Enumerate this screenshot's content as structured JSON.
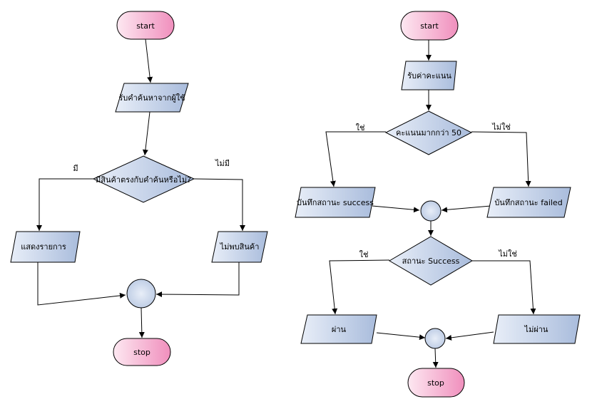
{
  "colors": {
    "terminal_light": "#fde8f1",
    "terminal_dark": "#f08fbd",
    "process_light": "#e8eef8",
    "process_dark": "#a9bcdc",
    "stroke": "#000000"
  },
  "left_flow": {
    "start": "start",
    "input": "รับคำค้นหาจากผู้ใช้",
    "decision": "มีสินค้าตรงกับคำค้นหรือไม่?",
    "yes_label": "มี",
    "no_label": "ไม่มี",
    "yes_output": "แสดงรายการ",
    "no_output": "ไม่พบสินค้า",
    "stop": "stop"
  },
  "right_flow": {
    "start": "start",
    "input": "รับค่าคะแนน",
    "decision1": "คะแนนมากกว่า 50",
    "yes1_label": "ใช่",
    "no1_label": "ไม่ใช่",
    "yes1_output": "บันทึกสถานะ success",
    "no1_output": "บันทึกสถานะ failed",
    "decision2": "สถานะ Success",
    "yes2_label": "ใช่",
    "no2_label": "ไม่ใช่",
    "yes2_output": "ผ่าน",
    "no2_output": "ไม่ผ่าน",
    "stop": "stop"
  }
}
